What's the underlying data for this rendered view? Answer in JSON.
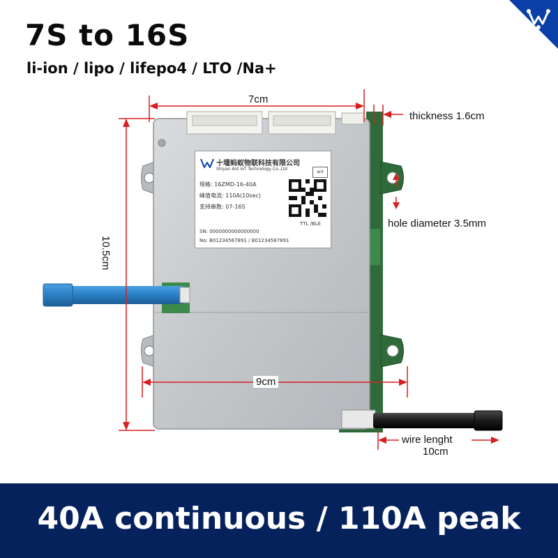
{
  "header": {
    "title": "7S to 16S",
    "chemistries": "li-ion / lipo / lifepo4 / LTO /Na+"
  },
  "dimensions": {
    "width_top": "7cm",
    "thickness": "thickness 1.6cm",
    "height": "10.5cm",
    "hole": "hole diameter 3.5mm",
    "width_bottom": "9cm",
    "wire_line1": "wire lenght",
    "wire_line2": "10cm"
  },
  "product_label": {
    "company_cn": "十堰蚂蚁物联科技有限公司",
    "company_en": "Shiyan Ant IoT Technology Co.,Ltd",
    "badge": "ant",
    "model_key": "规格:",
    "model_value": "16ZMD-16-40A",
    "peak_key": "峰值电流:",
    "peak_value": "110A(10sec)",
    "series_key": "支持串数:",
    "series_value": "07-16S",
    "interface": "TTL /BLE",
    "sn": "SN: 0000000000000000",
    "no": "No: B01234567891 / B01234567891"
  },
  "footer": {
    "text": "40A continuous / 110A peak"
  },
  "colors": {
    "footer_bg": "#06225c",
    "dimension_red": "#d81e1e",
    "logo_blue": "#0b3fa8",
    "pcb_green": "#2f6b3a",
    "board_gray": "#c9cbce",
    "wire_blue": "#2a7fc4",
    "wire_black": "#1a1a1a"
  }
}
